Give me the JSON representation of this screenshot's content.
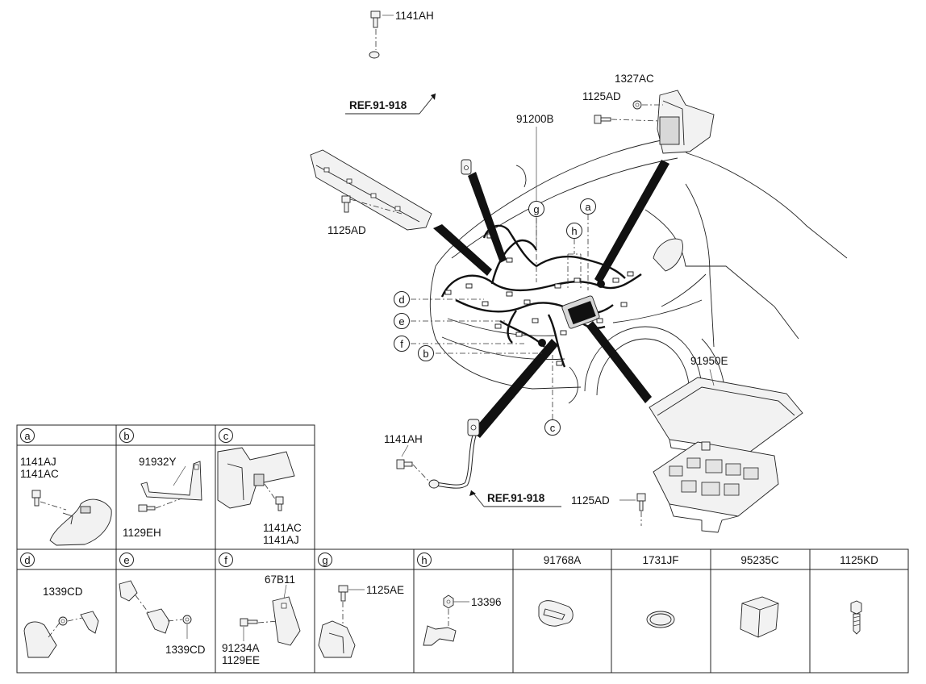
{
  "main_labels": {
    "bolt_1141AH_top": "1141AH",
    "ref_top": "REF.91-918",
    "nut_1327AC": "1327AC",
    "bolt_1125AD_top": "1125AD",
    "harness_91200B": "91200B",
    "bolt_1125AD_left": "1125AD",
    "cover_91950E": "91950E",
    "bolt_1141AH_bottom": "1141AH",
    "ref_bottom": "REF.91-918",
    "bolt_1125AD_box": "1125AD"
  },
  "callouts": {
    "a": "a",
    "b": "b",
    "c": "c",
    "d": "d",
    "e": "e",
    "f": "f",
    "g": "g",
    "h": "h"
  },
  "detail_panels": {
    "a": {
      "letter": "a",
      "labels": [
        "1141AJ",
        "1141AC"
      ]
    },
    "b": {
      "letter": "b",
      "labels": [
        "91932Y",
        "1129EH"
      ]
    },
    "c": {
      "letter": "c",
      "labels": [
        "1141AC",
        "1141AJ"
      ]
    },
    "d": {
      "letter": "d",
      "labels": [
        "1339CD"
      ]
    },
    "e": {
      "letter": "e",
      "labels": [
        "1339CD"
      ]
    },
    "f": {
      "letter": "f",
      "labels": [
        "67B11",
        "91234A",
        "1129EE"
      ]
    },
    "g": {
      "letter": "g",
      "labels": [
        "1125AE"
      ]
    },
    "h": {
      "letter": "h",
      "labels": [
        "13396"
      ]
    }
  },
  "part_panels": [
    {
      "code": "91768A",
      "icon": "grommet-icon"
    },
    {
      "code": "1731JF",
      "icon": "plug-ring-icon"
    },
    {
      "code": "95235C",
      "icon": "relay-icon"
    },
    {
      "code": "1125KD",
      "icon": "bolt-icon"
    }
  ]
}
